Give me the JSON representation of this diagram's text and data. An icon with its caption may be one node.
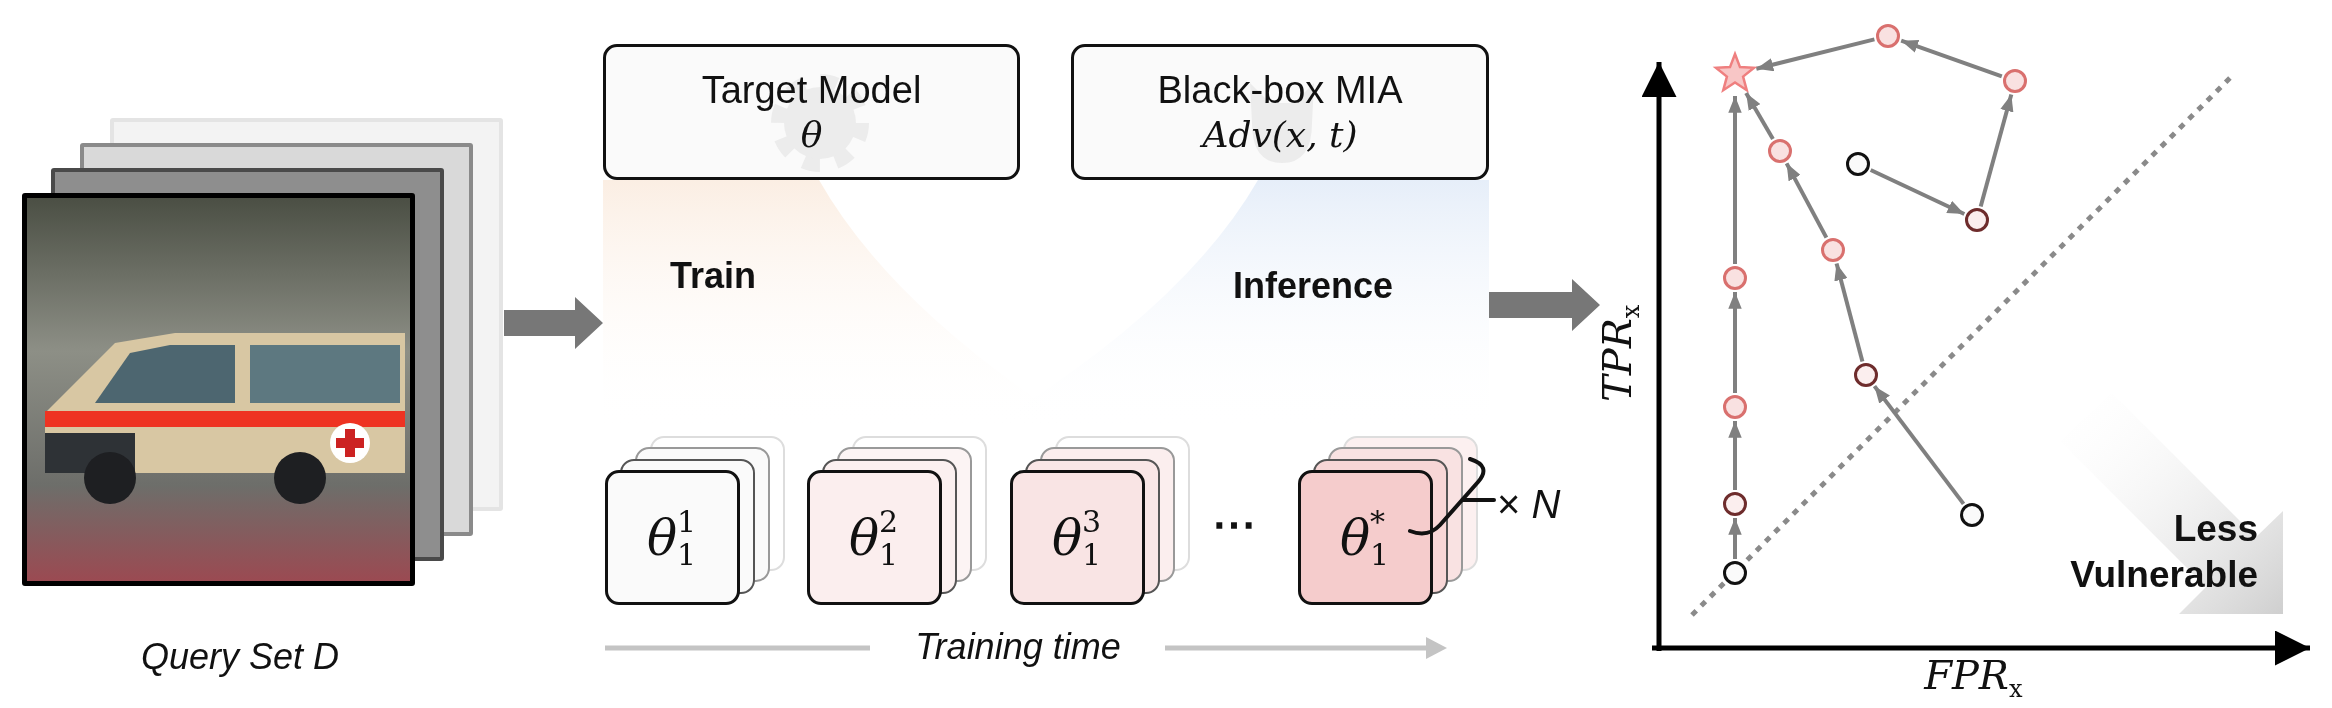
{
  "diagram": {
    "nodes": [
      {
        "text": [],
        "shape": "picture",
        "beside": [
          "Query Set D"
        ]
      },
      {
        "text": [
          "Train",
          "Inference"
        ]
      },
      {
        "text": [
          "Target Model",
          "θ"
        ]
      },
      {
        "text": [
          "Black-box MIA",
          "Adv(x, t)"
        ]
      },
      {
        "text": [
          "θ$^{1}$$_{1}$"
        ]
      },
      {
        "text": [
          "θ$^{2}$$_{1}$"
        ]
      },
      {
        "text": [
          "θ$^{3}$$_{1}$"
        ]
      },
      {
        "text": [
          "θ$^{*}$$_{1}$"
        ]
      },
      {
        "text": [],
        "shape": "picture"
      },
      {
        "text": [],
        "shape": "star",
        "in": 8
      },
      {
        "text": [],
        "shape": "circle",
        "in": 8
      },
      {
        "text": [],
        "shape": "circle",
        "in": 8
      },
      {
        "text": [],
        "shape": "circle",
        "in": 8
      },
      {
        "text": [],
        "shape": "circle",
        "in": 8
      },
      {
        "text": [],
        "shape": "circle",
        "in": 8
      },
      {
        "text": [],
        "shape": "circle",
        "in": 8
      },
      {
        "text": [],
        "shape": "circle",
        "in": 8
      },
      {
        "text": [],
        "shape": "circle",
        "in": 8
      },
      {
        "text": [],
        "shape": "circle",
        "in": 8
      },
      {
        "text": [],
        "shape": "circle",
        "in": 8
      },
      {
        "text": [],
        "shape": "circle",
        "in": 8
      },
      {
        "text": [],
        "shape": "circle",
        "in": 8
      }
    ],
    "edges": [
      {
        "from": 0,
        "to": 1,
        "arrow": "to",
        "style": "thick"
      },
      {
        "from": 1,
        "to": 8,
        "arrow": "to",
        "style": "thick"
      },
      {
        "from": 10,
        "to": 11,
        "arrow": "to"
      },
      {
        "from": 11,
        "to": 12,
        "arrow": "to"
      },
      {
        "from": 12,
        "to": 13,
        "arrow": "to"
      },
      {
        "from": 13,
        "to": 9,
        "arrow": "to"
      },
      {
        "from": 14,
        "to": 15,
        "arrow": "to"
      },
      {
        "from": 15,
        "to": 16,
        "arrow": "to"
      },
      {
        "from": 16,
        "to": 17,
        "arrow": "to"
      },
      {
        "from": 17,
        "to": 9,
        "arrow": "to"
      },
      {
        "from": 18,
        "to": 19,
        "arrow": "to"
      },
      {
        "from": 19,
        "to": 20,
        "arrow": "to"
      },
      {
        "from": 20,
        "to": 21,
        "arrow": "to"
      },
      {
        "from": 21,
        "to": 9,
        "arrow": "to"
      }
    ],
    "labels": [
      "⋯",
      "× *N*",
      "Training time",
      "TPR$_{x}$",
      "FPR$_{x}$",
      "Less Vulnerable"
    ]
  }
}
